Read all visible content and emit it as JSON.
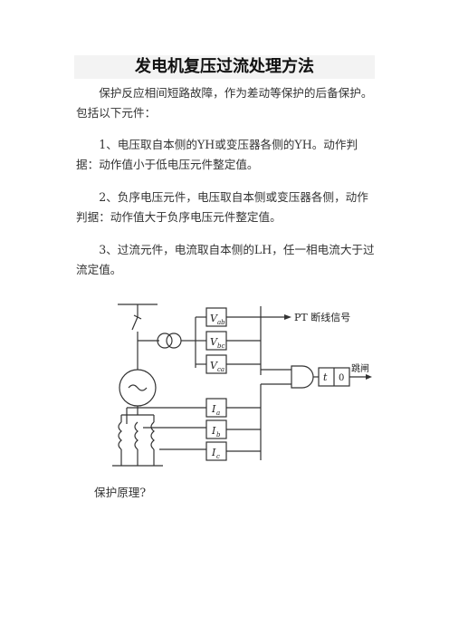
{
  "title": "发电机复压过流处理方法",
  "paragraphs": [
    "保护反应相间短路故障，作为差动等保护的后备保护。包括以下元件：",
    "1、电压取自本侧的YH或变压器各侧的YH。动作判据：动作值小于低电压元件整定值。",
    "2、负序电压元件，电压取自本侧或变压器各侧，动作判据：动作值大于负序电压元件整定值。",
    "3、过流元件，电流取自本侧的LH，任一相电流大于过流定值。"
  ],
  "diagram": {
    "voltage_relays": [
      "V",
      "V",
      "V"
    ],
    "voltage_subscripts": [
      "ab",
      "bc",
      "ca"
    ],
    "current_relays": [
      "I",
      "I",
      "I"
    ],
    "current_subscripts": [
      "a",
      "b",
      "c"
    ],
    "pt_label": "PT 断线信号",
    "timer_label": "t",
    "timer_value": "0",
    "trip_label": "跳闸"
  },
  "closing": "保护原理?"
}
